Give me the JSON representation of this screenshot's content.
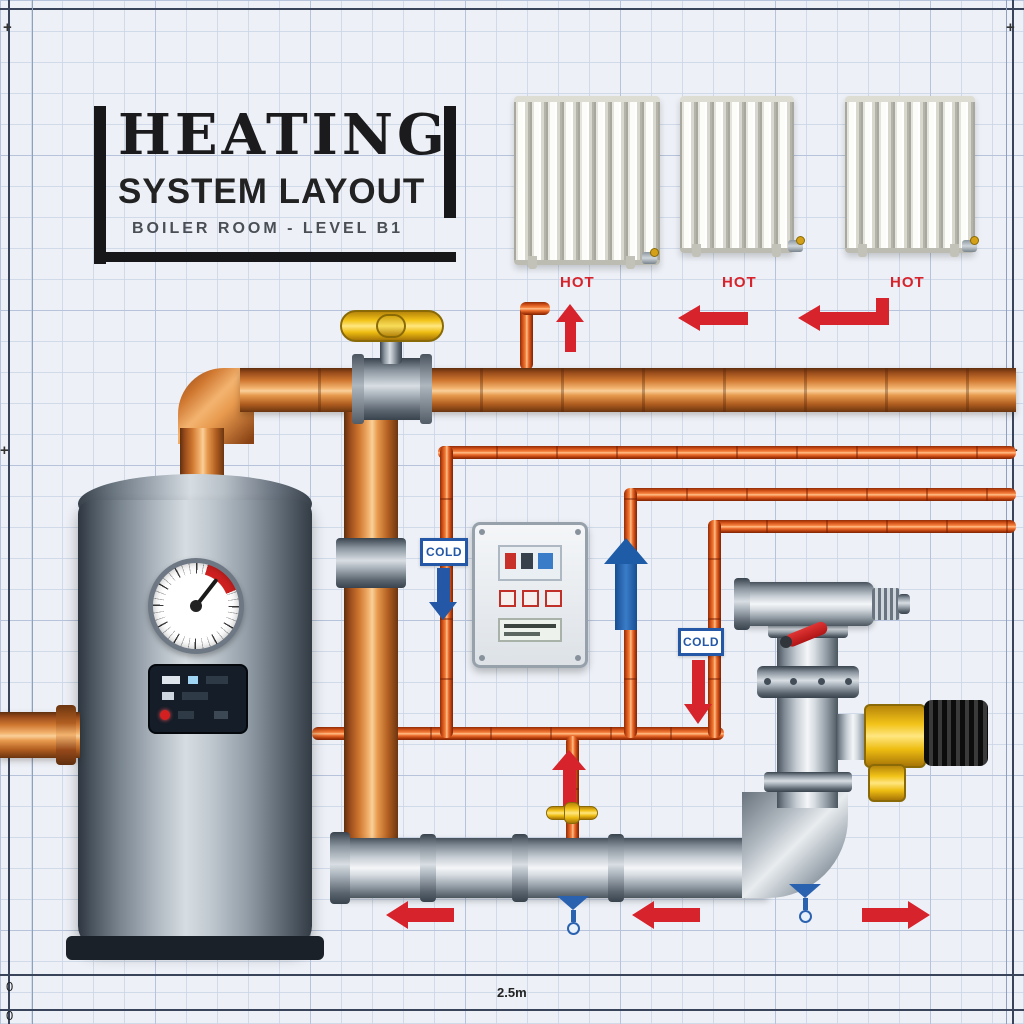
{
  "title_block": {
    "line1": "HEATING",
    "line2": "SYSTEM LAYOUT",
    "line3": "BOILER ROOM - LEVEL B1"
  },
  "radiators": [
    {
      "label": "HOT"
    },
    {
      "label": "HOT"
    },
    {
      "label": "HOT"
    }
  ],
  "flow_labels": {
    "cold_upper": "COLD",
    "cold_lower": "COLD"
  },
  "rulers": {
    "plus": "+",
    "zero_left": "0",
    "zero_bottom": "0",
    "dimension": "2.5m"
  },
  "colors": {
    "hot_red": "#d7232b",
    "cold_blue": "#2458a6",
    "copper": "#cf7730",
    "pipe_orange": "#f07030",
    "steel": "#c6cdd4",
    "valve_yellow": "#f2c318",
    "grid_blue": "#c9d4e6"
  }
}
